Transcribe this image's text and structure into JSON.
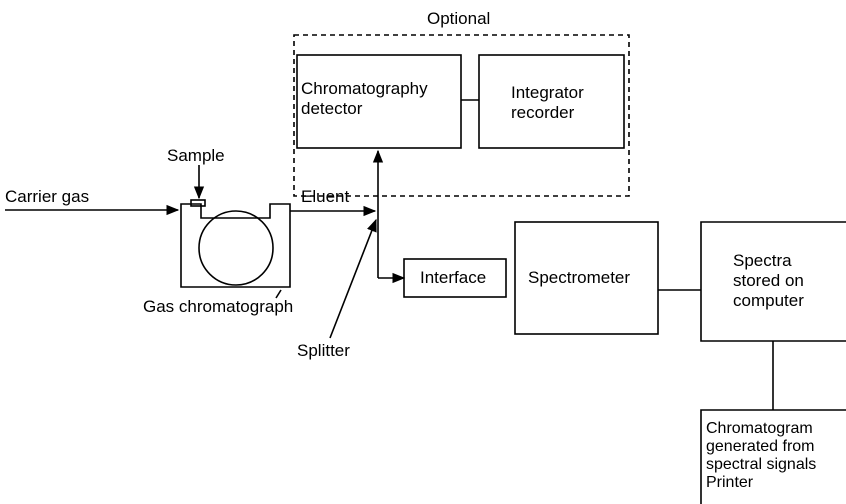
{
  "labels": {
    "optional": "Optional",
    "sample": "Sample",
    "carrier_gas": "Carrier gas",
    "eluent": "Eluent",
    "gas_chromatograph": "Gas chromatograph",
    "splitter": "Splitter"
  },
  "boxes": {
    "chromatography_detector": [
      "Chromatography",
      "detector"
    ],
    "integrator_recorder": [
      "Integrator",
      "recorder"
    ],
    "interface": [
      "Interface"
    ],
    "spectrometer": [
      "Spectrometer"
    ],
    "computer": [
      "Spectra",
      "stored on",
      "computer"
    ],
    "printer": [
      "Chromatogram",
      "generated from",
      "spectral signals",
      "Printer"
    ]
  }
}
